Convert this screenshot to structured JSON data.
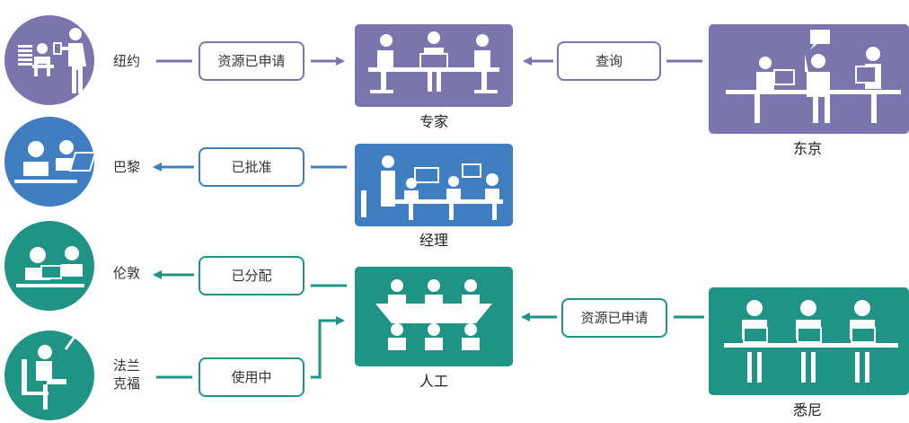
{
  "colors": {
    "purple": "#7b74ad",
    "blue": "#3f7fc1",
    "teal": "#1f9486",
    "white": "#ffffff"
  },
  "locations": {
    "newyork": "纽约",
    "paris": "巴黎",
    "london": "伦敦",
    "frankfurt_line1": "法兰",
    "frankfurt_line2": "克福",
    "tokyo": "东京",
    "sydney": "悉尼"
  },
  "resources": {
    "expert": "专家",
    "manager": "经理",
    "labor": "人工"
  },
  "states": {
    "requested": "资源已申请",
    "query": "查询",
    "approved": "已批准",
    "assigned": "已分配",
    "in_use": "使用中",
    "requested_sydney": "资源已申请"
  },
  "icons": {
    "newyork": "person-presenting-chart-icon",
    "paris": "two-people-at-laptop-icon",
    "london": "two-people-at-desk-icon",
    "frankfurt": "person-on-chair-with-laptop-icon",
    "tokyo": "team-meeting-icon",
    "sydney": "three-people-at-desks-icon",
    "expert": "team-at-table-icon",
    "manager": "meeting-room-icon",
    "labor": "group-at-table-icon"
  }
}
